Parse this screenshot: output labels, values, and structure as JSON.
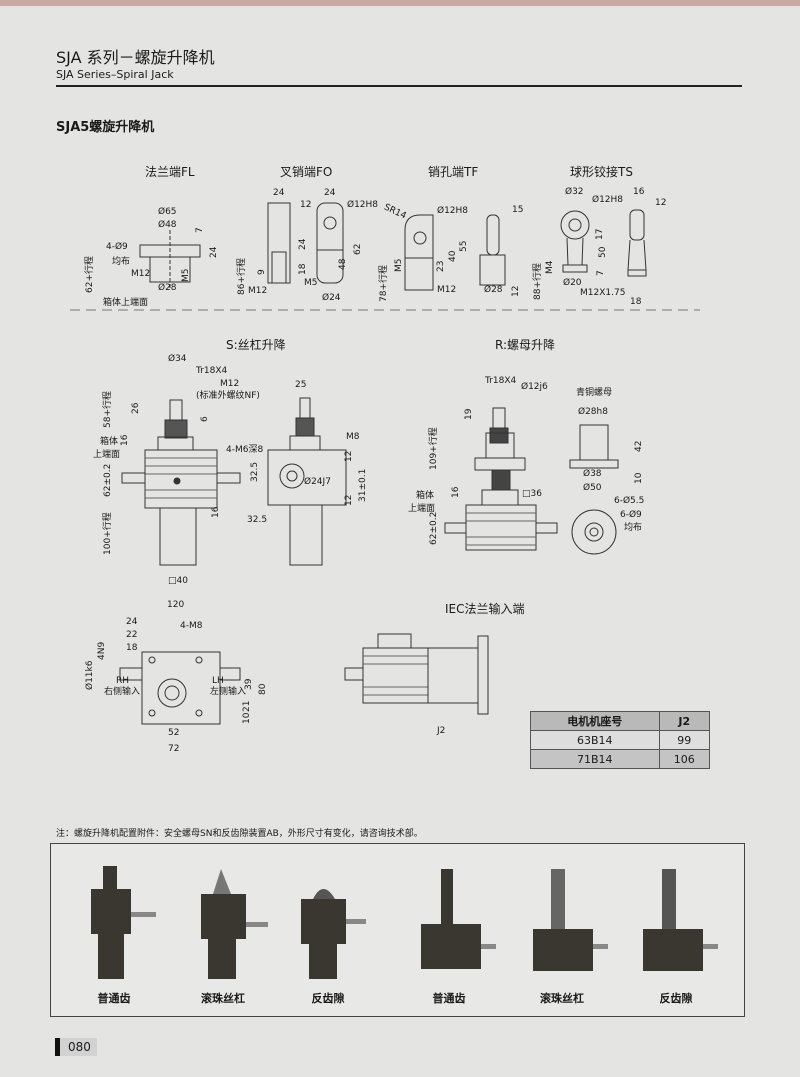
{
  "header": {
    "title": "SJA 系列－螺旋升降机",
    "subtitle": "SJA Series–Spiral Jack",
    "section": "SJA5螺旋升降机"
  },
  "views": {
    "fl": {
      "title": "法兰端FL",
      "dims": [
        "Ø65",
        "Ø48",
        "7",
        "4-Ø9",
        "均布",
        "24",
        "M12",
        "M5",
        "Ø28",
        "62+行程",
        "箱体上端面"
      ]
    },
    "fo": {
      "title": "叉销端FO",
      "dims": [
        "24",
        "24",
        "12",
        "Ø12H8",
        "24",
        "48",
        "62",
        "9",
        "18",
        "86+行程",
        "M12",
        "M5",
        "Ø24"
      ]
    },
    "tf": {
      "title": "销孔端TF",
      "dims": [
        "SR14",
        "Ø12H8",
        "15",
        "M5",
        "23",
        "40",
        "55",
        "78+行程",
        "M12",
        "Ø28",
        "12"
      ]
    },
    "ts": {
      "title": "球形铰接TS",
      "dims": [
        "Ø32",
        "Ø12H8",
        "16",
        "12",
        "17",
        "50",
        "7",
        "M4",
        "Ø20",
        "88+行程",
        "M12X1.75",
        "18"
      ]
    },
    "s": {
      "title": "S:丝杠升降",
      "dims": [
        "Ø34",
        "Tr18X4",
        "M12",
        "(标准外螺纹NF)",
        "26",
        "6",
        "58+行程",
        "16",
        "箱体",
        "上端面",
        "62±0.2",
        "16",
        "100+行程",
        "□40",
        "25",
        "M8",
        "4-M6深8",
        "32.5",
        "Ø24J7",
        "12",
        "31±0.1",
        "12",
        "32.5"
      ]
    },
    "r": {
      "title": "R:螺母升降",
      "dims": [
        "Tr18X4",
        "Ø12j6",
        "青铜螺母",
        "19",
        "109+行程",
        "Ø28h8",
        "42",
        "16",
        "□36",
        "箱体",
        "上端面",
        "62±0.2",
        "Ø38",
        "10",
        "Ø50",
        "6-Ø5.5",
        "6-Ø9",
        "均布"
      ]
    },
    "top": {
      "dims": [
        "120",
        "24",
        "22",
        "18",
        "4-M8",
        "4N9",
        "Ø11k6",
        "RH",
        "右侧输入",
        "LH",
        "左侧输入",
        "39",
        "80",
        "21",
        "10",
        "52",
        "72"
      ]
    },
    "iec": {
      "title": "IEC法兰输入端",
      "dims": [
        "J2"
      ]
    }
  },
  "motor_table": {
    "headers": [
      "电机机座号",
      "J2"
    ],
    "rows": [
      [
        "63B14",
        "99"
      ],
      [
        "71B14",
        "106"
      ]
    ]
  },
  "note": "注：螺旋升降机配置附件：安全螺母SN和反齿隙装置AB，外形尺寸有变化，请咨询技术部。",
  "products": [
    {
      "label": "普通齿"
    },
    {
      "label": "滚珠丝杠"
    },
    {
      "label": "反齿隙"
    },
    {
      "label": "普通齿"
    },
    {
      "label": "滚珠丝杠"
    },
    {
      "label": "反齿隙"
    }
  ],
  "page_number": "080"
}
